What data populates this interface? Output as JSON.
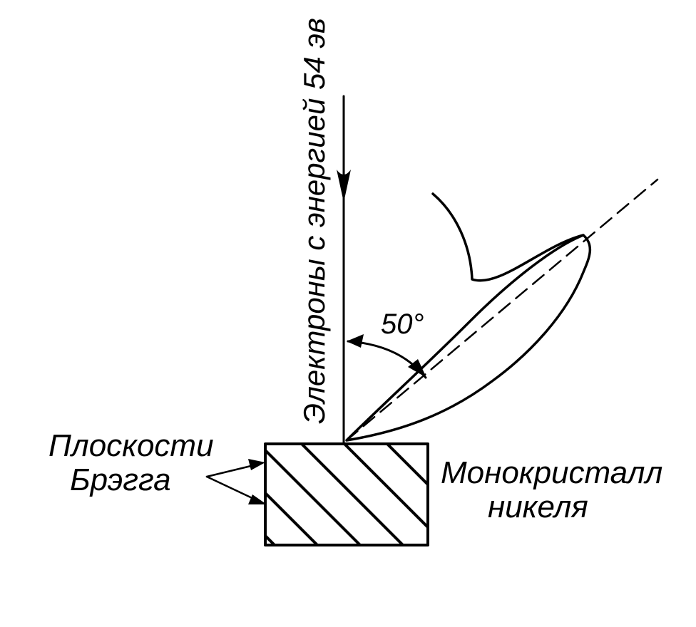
{
  "labels": {
    "incident_beam": "Электроны с энергией 54 эв",
    "angle": "50°",
    "bragg_planes_line1": "Плоскости",
    "bragg_planes_line2": "Брэгга",
    "crystal_line1": "Монокристалл",
    "crystal_line2": "никеля"
  },
  "angle_degrees": 50,
  "colors": {
    "ink": "#000000",
    "paper": "#ffffff"
  }
}
